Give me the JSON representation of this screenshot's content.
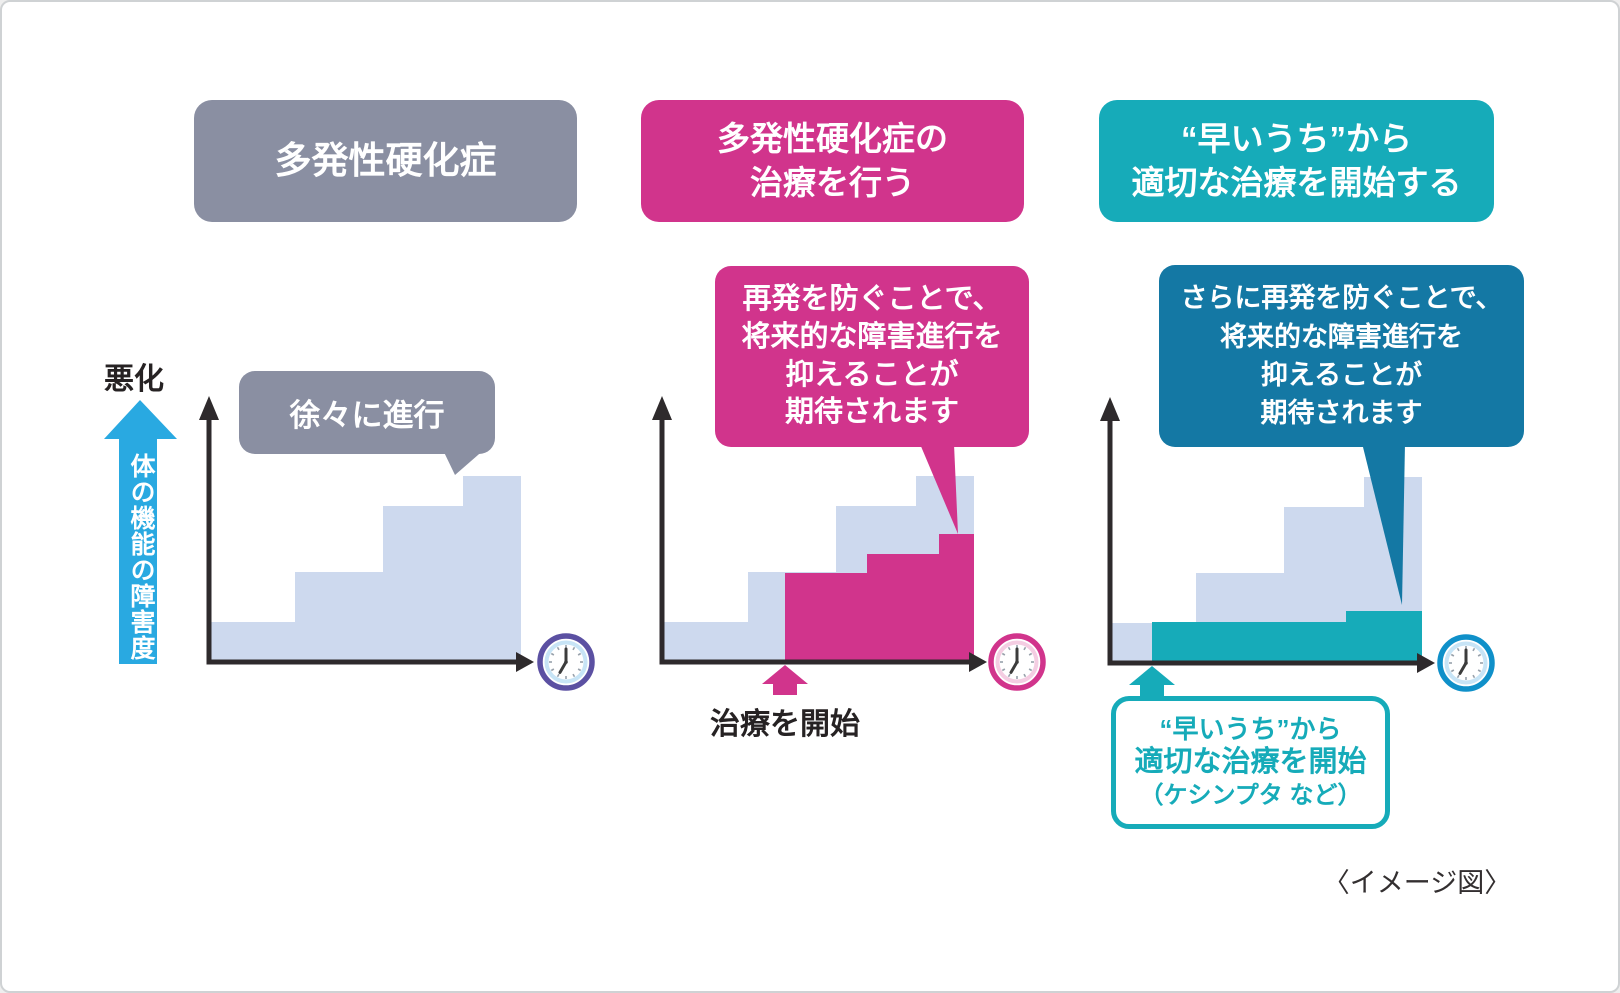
{
  "colors": {
    "gray": "#8a8fa2",
    "pink": "#d1348c",
    "teal": "#16abb9",
    "dark_blue": "#1478a4",
    "light_blue": "#cdd9ee",
    "bright_blue": "#29a9e1",
    "axis": "#2e2a2c",
    "clock_purple": "#5b50a2",
    "clock_blue": "#0f90c9",
    "clock_pale_blue": "#c7e4f6",
    "clock_pale_pink": "#f4cde2",
    "text_dark": "#262223"
  },
  "axis": {
    "worse_label": "悪化",
    "arrow_label": "体の機能の障害度"
  },
  "panels": [
    {
      "header": {
        "text": "多発性硬化症"
      },
      "callout": {
        "text": "徐々に進行"
      }
    },
    {
      "header": {
        "lines": [
          "多発性硬化症の",
          "治療を行う"
        ]
      },
      "callout": {
        "lines": [
          "再発を防ぐことで、",
          "将来的な障害進行を",
          "抑えることが",
          "期待されます"
        ]
      },
      "treatment_label": "治療を開始"
    },
    {
      "header": {
        "lines": [
          "“早いうち”から",
          "適切な治療を開始する"
        ]
      },
      "callout": {
        "lines": [
          "さらに再発を防ぐことで、",
          "将来的な障害進行を",
          "抑えることが",
          "期待されます"
        ]
      },
      "note": {
        "lines": [
          "“早いうち”から",
          "適切な治療を開始",
          "（ケシンプタ など）"
        ]
      }
    }
  ],
  "caption": "〈イメージ図〉",
  "chart_data": [
    {
      "type": "area",
      "panel": "多発性硬化症",
      "x_unit": "time",
      "y_unit": "disability-level",
      "x_range": [
        0,
        312
      ],
      "y_range": [
        0,
        262
      ],
      "series": [
        {
          "name": "untreated-progression",
          "color": "#cdd9ee",
          "step_x": [
            0,
            86,
            174,
            254,
            312
          ],
          "step_heights": [
            40,
            90,
            156,
            186
          ]
        }
      ]
    },
    {
      "type": "area",
      "panel": "多発性硬化症の治療を行う",
      "treatment_start_x": 123,
      "series": [
        {
          "name": "untreated-progression",
          "color": "#cdd9ee",
          "step_x": [
            0,
            86,
            174,
            254,
            312
          ],
          "step_heights": [
            40,
            90,
            156,
            186
          ]
        },
        {
          "name": "treated-progression",
          "color": "#d1348c",
          "step_x": [
            123,
            205,
            277,
            312
          ],
          "step_heights": [
            89,
            108,
            128
          ]
        }
      ]
    },
    {
      "type": "area",
      "panel": "“早いうち”から適切な治療を開始する",
      "treatment_start_x": 42,
      "series": [
        {
          "name": "untreated-progression",
          "color": "#cdd9ee",
          "step_x": [
            0,
            86,
            174,
            254,
            312
          ],
          "step_heights": [
            40,
            90,
            156,
            186
          ]
        },
        {
          "name": "early-treated-progression",
          "color": "#16abb9",
          "step_x": [
            42,
            236,
            312
          ],
          "step_heights": [
            41,
            52
          ]
        }
      ]
    }
  ]
}
